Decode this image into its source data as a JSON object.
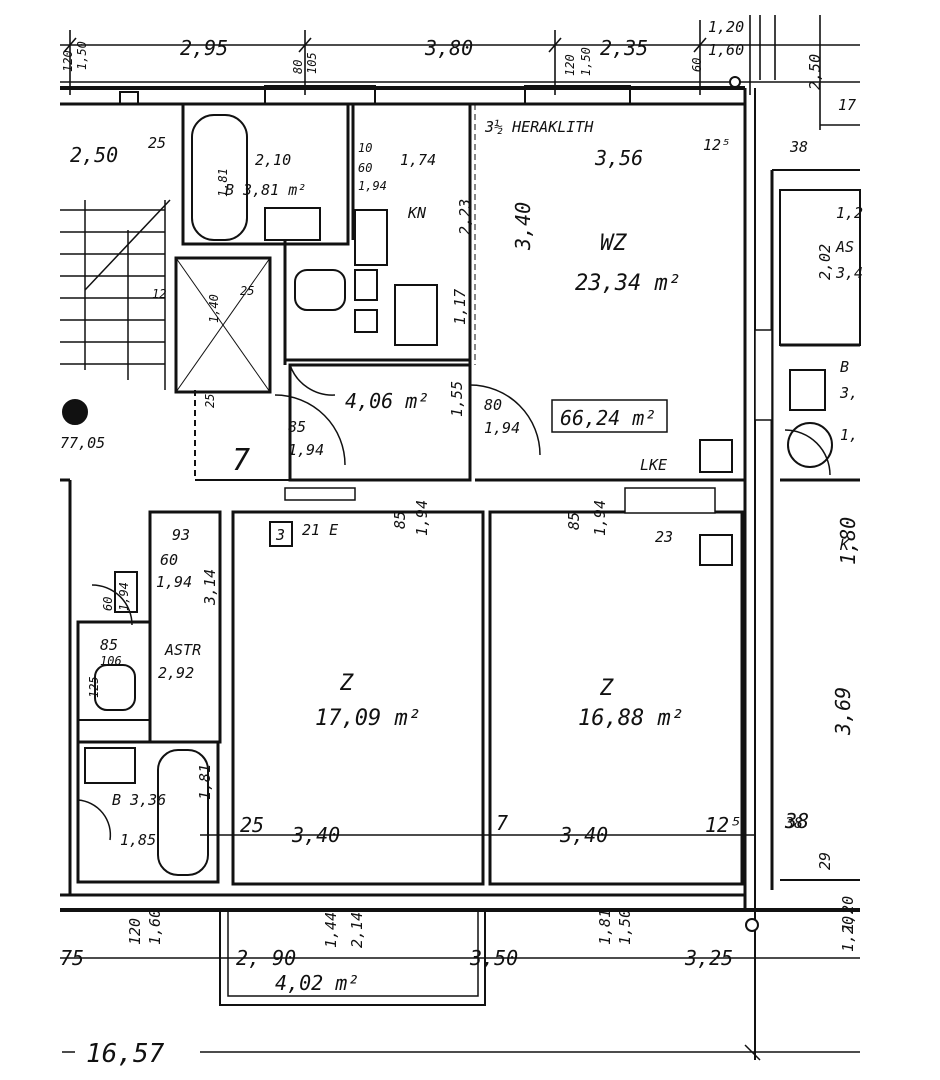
{
  "rooms": {
    "wz_name": "WZ",
    "wz_area": "23,34 m²",
    "total_area": "66,24 m²",
    "kn_name": "KN",
    "bad_top": "B 3,81 m²",
    "flur_area": "4,06 m²",
    "z_left_name": "Z",
    "z_left_area": "17,09 m²",
    "z_right_name": "Z",
    "z_right_area": "16,88 m²",
    "astr": "ASTR",
    "astr_area": "2,92",
    "bad_bottom": "B 3,36",
    "balcony_area": "4,02 m²",
    "heraklith": "3½ HERAKLITH",
    "lke": "LKE",
    "neighbor_area": "77,05",
    "stair_number": "7"
  },
  "dims": {
    "top_295": "2,95",
    "top_380": "3,80",
    "top_235": "2,35",
    "top_120a": "120",
    "top_150a": "1,50",
    "top_120b": "1,20",
    "top_160": "1,60",
    "top_80": "80",
    "top_105": "105",
    "top_120c": "120",
    "top_150b": "1,50",
    "top_60": "60",
    "top_250": "2,50",
    "w_250": "2,50",
    "w_25a": "25",
    "w_210": "2,10",
    "w_10": "10",
    "w_60": "60",
    "w_174": "1,74",
    "w_194a": "1,94",
    "w_181": "1,81",
    "w_356": "3,56",
    "w_125a": "12⁵",
    "w_38a": "38",
    "w_223": "2,23",
    "w_340a": "3,40",
    "w_117": "1,17",
    "w_85a": "85",
    "w_194b": "1,94",
    "w_155": "1,55",
    "w_80": "80",
    "w_194c": "1,94",
    "w_12": "12",
    "w_140": "1,40",
    "w_25b": "25",
    "w_25c": "25",
    "r_123": "1,2",
    "r_202": "2,02",
    "r_as": "AS",
    "r_34": "3,4",
    "r_b": "B",
    "r_3": "3,",
    "r_1": "1,",
    "r_180": "1,80",
    "r_k": "K",
    "r_369": "3,69",
    "r_38b": "38",
    "r_29": "29",
    "r_120": "1,20",
    "r_17": "17",
    "d_3": "3",
    "d_21e": "21 E",
    "d_85b": "85",
    "d_194d": "1,94",
    "d_85c": "85",
    "d_194e": "1,94",
    "d_23": "23",
    "l_93": "93",
    "l_60": "60",
    "l_194": "1,94",
    "l_314": "3,14",
    "l_60b": "60",
    "l_194f": "1,94",
    "l_85": "85",
    "l_106": "106",
    "l_125": "125",
    "l_181": "1,81",
    "l_185": "1,85",
    "b_25": "25",
    "b_340a": "3,40",
    "b_7": "7",
    "b_340b": "3,40",
    "b_125": "12⁵",
    "b_38": "38",
    "bot_75": "75",
    "bot_120": "120",
    "bot_160": "1,60",
    "bot_290": "2, 90",
    "bot_144": "1,44",
    "bot_214": "2,14",
    "bot_350": "3,50",
    "bot_181": "1,81",
    "bot_150": "1,50",
    "bot_325": "3,25",
    "bot_120b": "1,20",
    "total_1657": "16,57"
  }
}
